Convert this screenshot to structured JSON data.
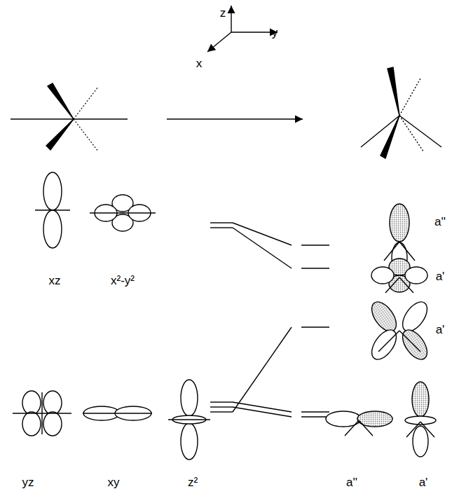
{
  "diagram": {
    "labels": [
      "z",
      "y",
      "x",
      "xz",
      "x²-y²",
      "a''",
      "a'",
      "a'",
      "yz",
      "xy",
      "z²",
      "a''",
      "a'"
    ]
  }
}
